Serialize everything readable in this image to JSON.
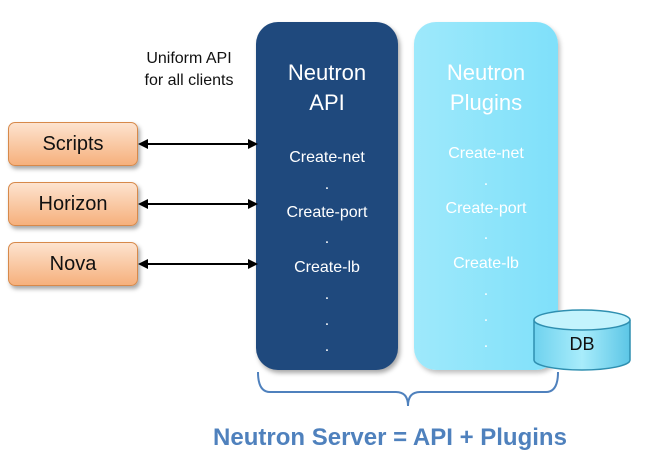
{
  "clients": [
    {
      "label": "Scripts"
    },
    {
      "label": "Horizon"
    },
    {
      "label": "Nova"
    }
  ],
  "uniform_api": {
    "line1": "Uniform API",
    "line2": "for all clients"
  },
  "neutron_api": {
    "title_line1": "Neutron",
    "title_line2": "API",
    "items": [
      "Create-net",
      "Create-port",
      "Create-lb"
    ]
  },
  "neutron_plugins": {
    "title_line1": "Neutron",
    "title_line2": "Plugins",
    "items": [
      "Create-net",
      "Create-port",
      "Create-lb"
    ]
  },
  "db": {
    "label": "DB"
  },
  "footer": {
    "text": "Neutron Server = API + Plugins"
  },
  "colors": {
    "api_column": "#1f497d",
    "plugins_column": "#8ce4fa",
    "client_box": "#f6b07c",
    "footer_text": "#4f81bd",
    "brace": "#4f81bd"
  }
}
